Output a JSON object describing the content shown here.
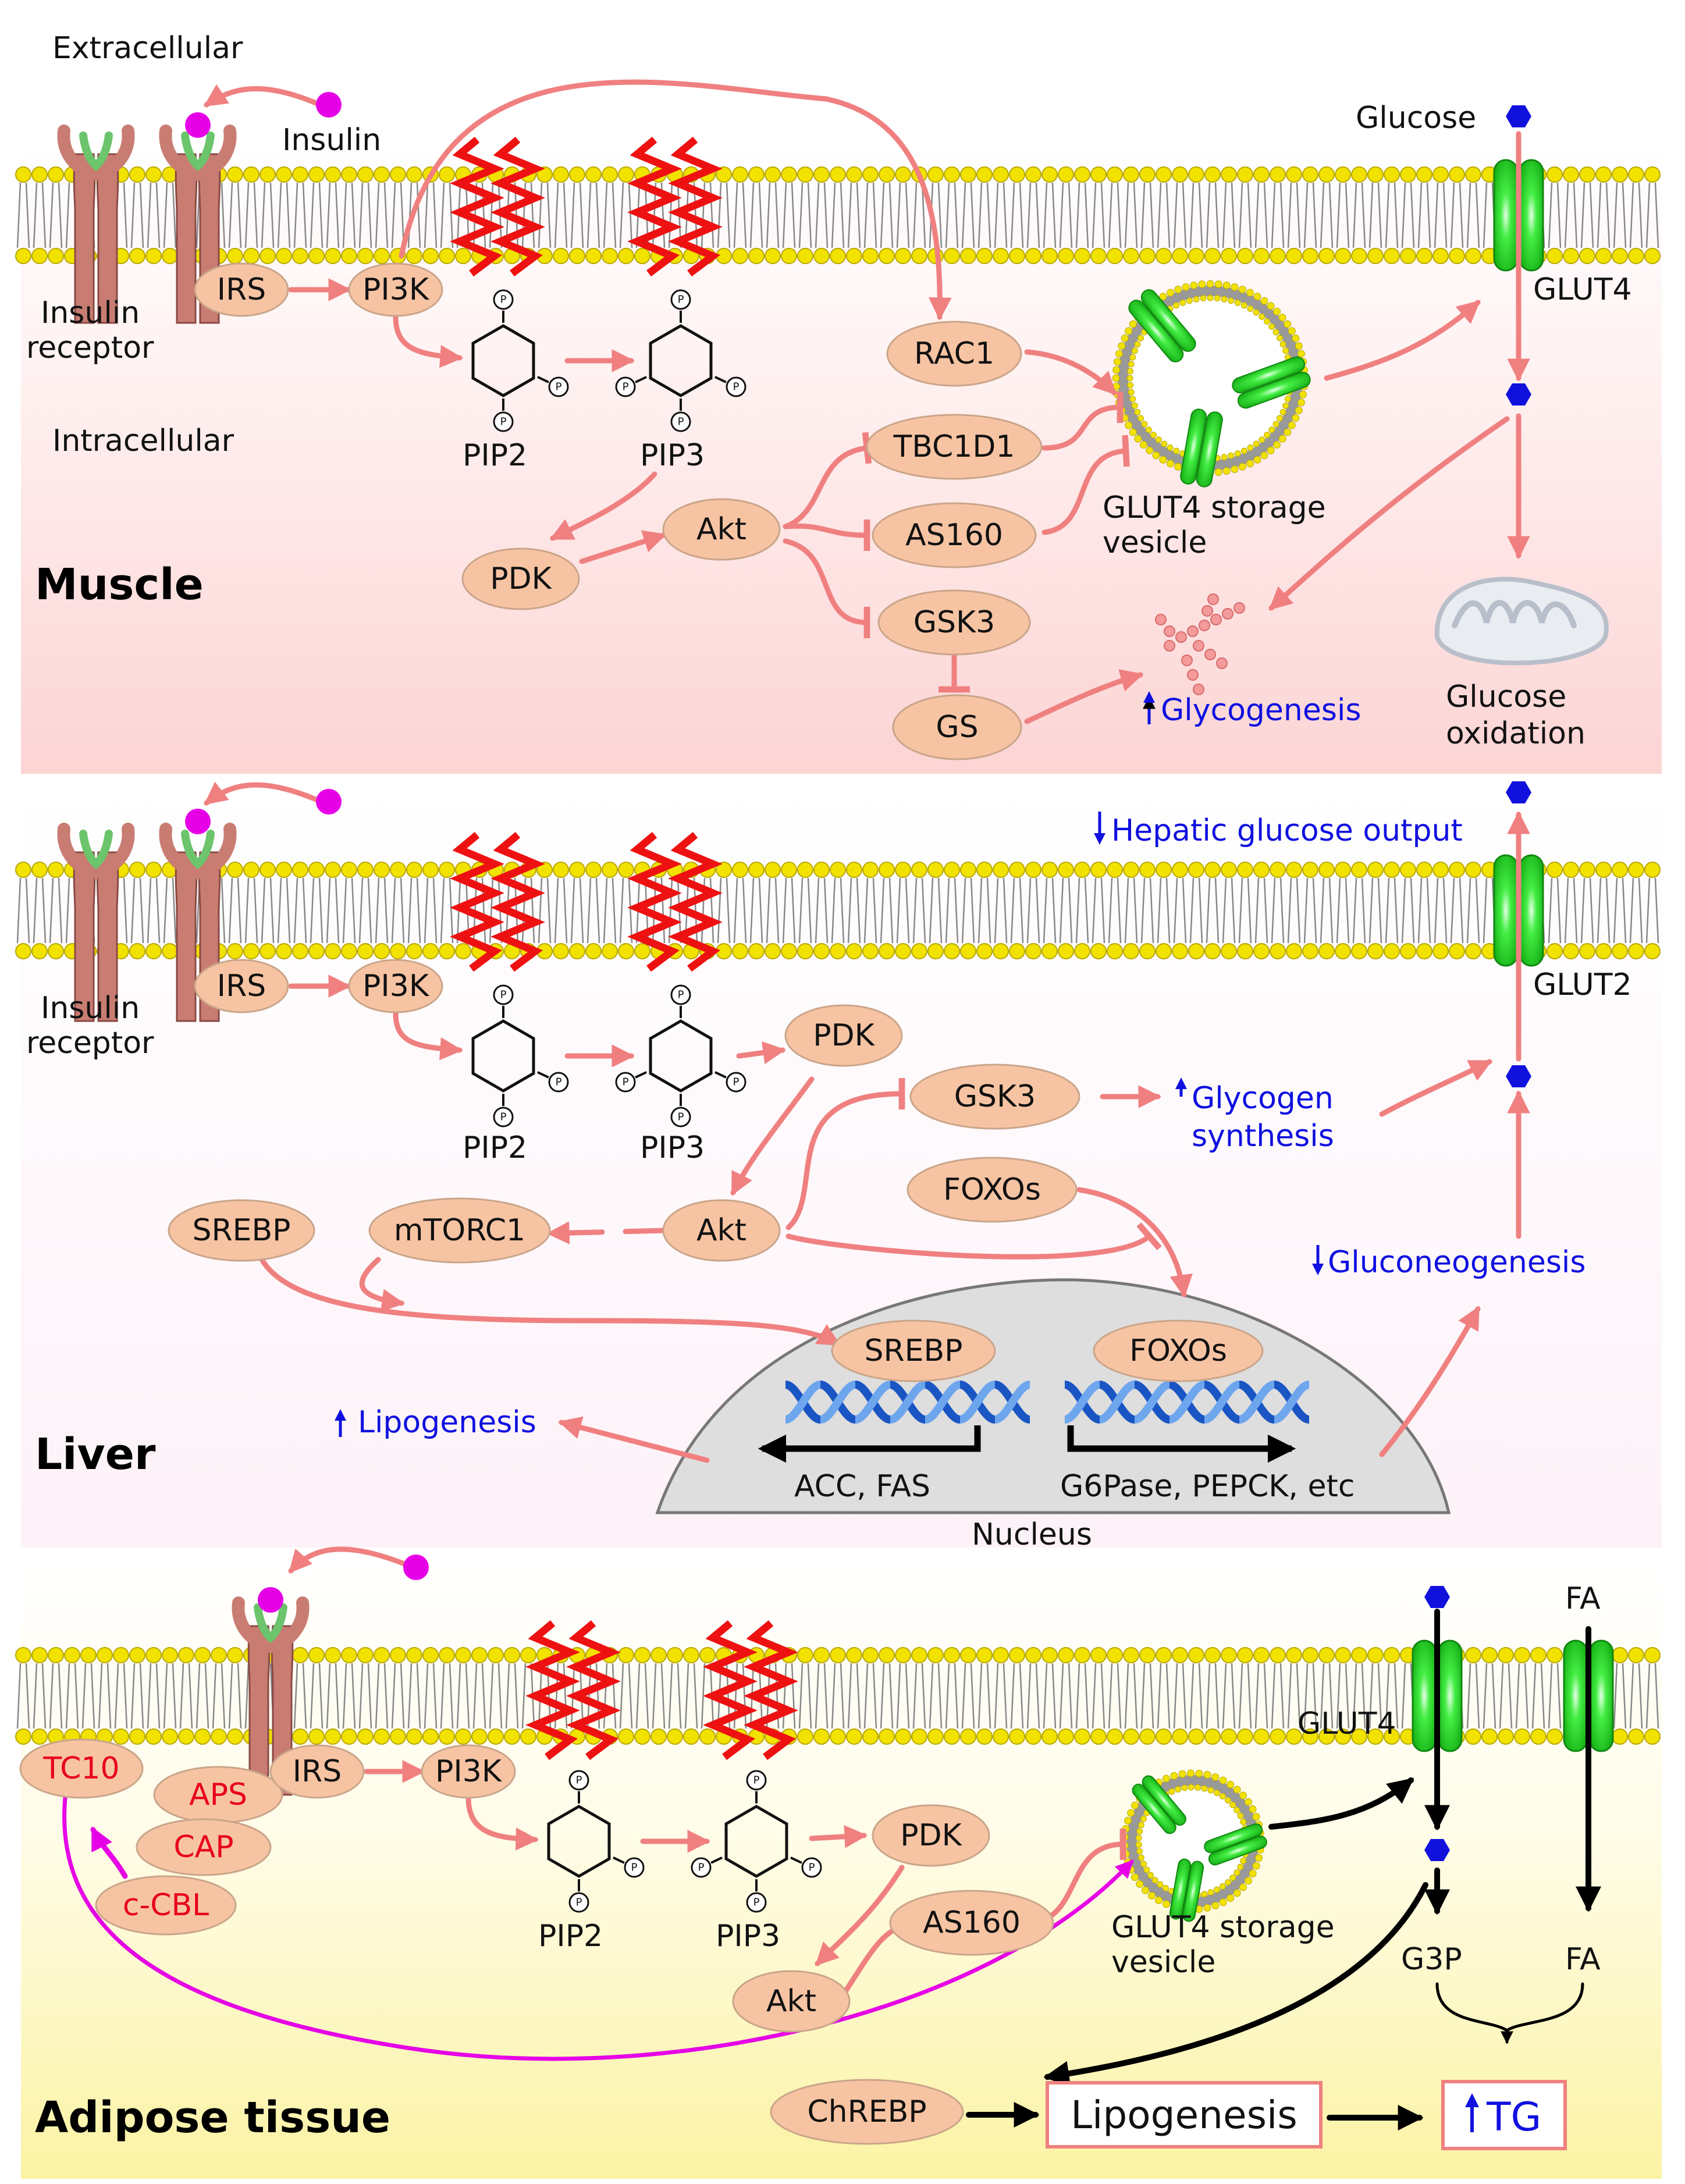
{
  "labels": {
    "extracellular": "Extracellular",
    "intracellular": "Intracellular",
    "insulin": "Insulin",
    "insulin_receptor_1": "Insulin",
    "insulin_receptor_2": "receptor",
    "glucose": "Glucose",
    "glut4": "GLUT4",
    "glut2": "GLUT2",
    "pip2": "PIP2",
    "pip3": "PIP3",
    "phospho": "P",
    "glut4_vesicle_1": "GLUT4 storage",
    "glut4_vesicle_2": "vesicle",
    "glucose_oxidation_1": "Glucose",
    "glucose_oxidation_2": "oxidation",
    "nucleus": "Nucleus",
    "acc_fas": "ACC, FAS",
    "g6pase": "G6Pase, PEPCK, etc",
    "fa": "FA",
    "g3p": "G3P",
    "lipogenesis_box": "Lipogenesis",
    "tg": "TG"
  },
  "tissues": {
    "muscle": "Muscle",
    "liver": "Liver",
    "adipose": "Adipose tissue"
  },
  "effects": {
    "glycogenesis": "Glycogenesis",
    "hepatic_glucose_output": "Hepatic glucose output",
    "glycogen_synthesis_1": "Glycogen",
    "glycogen_synthesis_2": "synthesis",
    "gluconeogenesis": "Gluconeogenesis",
    "lipogenesis": "Lipogenesis"
  },
  "nodes": {
    "irs": "IRS",
    "pi3k": "PI3K",
    "pdk": "PDK",
    "akt": "Akt",
    "rac1": "RAC1",
    "tbc1d1": "TBC1D1",
    "as160": "AS160",
    "gsk3": "GSK3",
    "gs": "GS",
    "srebp": "SREBP",
    "mtorc1": "mTORC1",
    "foxos": "FOXOs",
    "chrebp": "ChREBP",
    "tc10": "TC10",
    "aps": "APS",
    "cap": "CAP",
    "ccbl": "c-CBL"
  },
  "colors": {
    "node_fill": "#f7c4a3",
    "arrow": "#f08080",
    "membrane": "#f2e200",
    "glut": "#22dd22",
    "insulin": "#e600e6",
    "glucose": "#1111dd",
    "effect_text": "#1010e0",
    "adipose_red_text": "#e8001c"
  }
}
